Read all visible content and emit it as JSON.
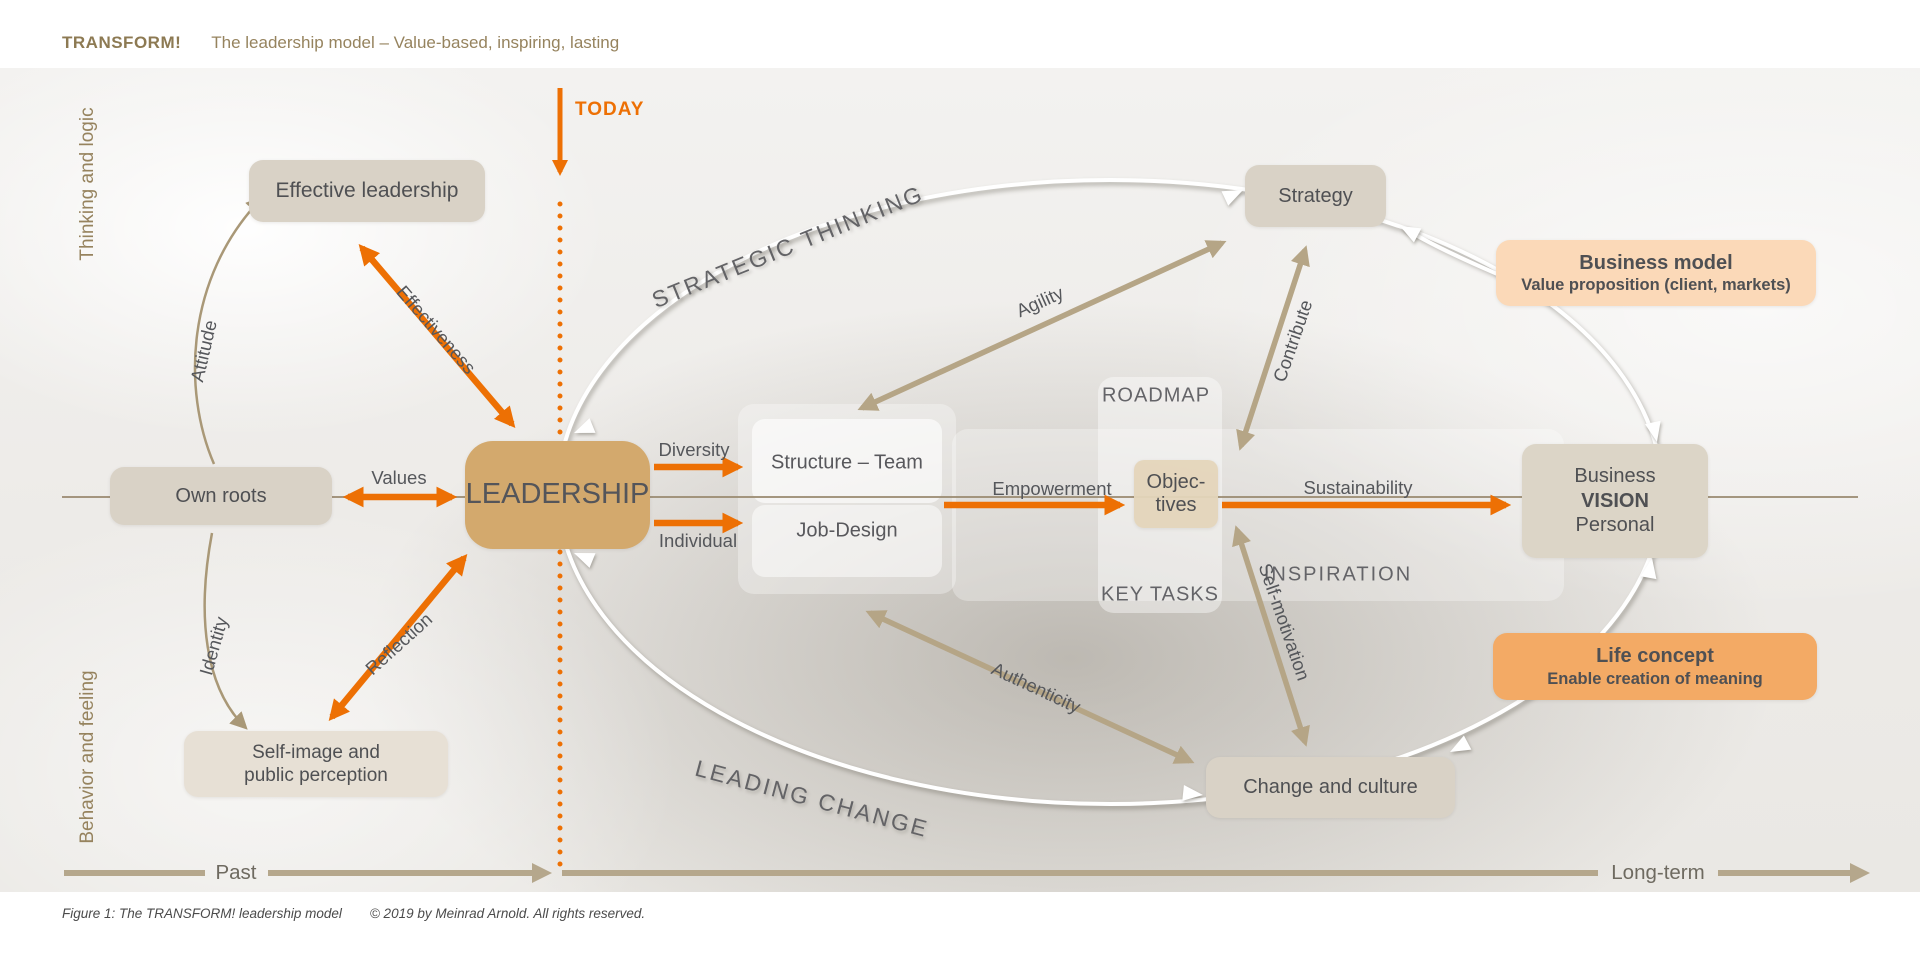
{
  "header": {
    "brand": "TRANSFORM!",
    "subtitle": "The leadership model – Value-based, inspiring, lasting"
  },
  "axes": {
    "y_top": "Thinking and logic",
    "y_bottom": "Behavior and feeling",
    "x_left": "Past",
    "x_right": "Long-term",
    "today": "TODAY"
  },
  "boxes": {
    "effective_leadership": "Effective leadership",
    "own_roots": "Own roots",
    "self_image_line1": "Self-image and",
    "self_image_line2": "public perception",
    "leadership": "LEADERSHIP",
    "structure_team": "Structure – Team",
    "job_design": "Job-Design",
    "objectives_line1": "Objec-",
    "objectives_line2": "tives",
    "strategy": "Strategy",
    "change_culture": "Change and culture",
    "vision": {
      "line1": "Business",
      "line2": "VISION",
      "line3": "Personal"
    },
    "business_model": {
      "title": "Business model",
      "subtitle": "Value proposition (client, markets)"
    },
    "life_concept": {
      "title": "Life concept",
      "subtitle": "Enable creation of meaning"
    }
  },
  "arrow_labels": {
    "attitude": "Attitude",
    "effectiveness": "Effectiveness",
    "values": "Values",
    "identity": "Identity",
    "reflection": "Reflection",
    "diversity": "Diversity",
    "individual": "Individual",
    "empowerment": "Empowerment",
    "sustainability": "Sustainability",
    "agility": "Agility",
    "contribute": "Contribute",
    "self_motivation": "Self-motivation",
    "authenticity": "Authenticity"
  },
  "zones": {
    "strategic_thinking": "STRATEGIC THINKING",
    "leading_change": "LEADING CHANGE",
    "roadmap": "ROADMAP",
    "key_tasks": "KEY TASKS",
    "inspiration": "INSPIRATION"
  },
  "caption": {
    "figure": "Figure 1: The TRANSFORM! leadership model",
    "copyright": "© 2019 by Meinrad Arnold. All rights reserved."
  },
  "colors": {
    "accent_orange": "#ed7004",
    "tan_arrow": "#b5a586",
    "thin_arrow": "#a99877",
    "box_beige": "#d9d2c6",
    "leadership_gold": "#d3a96d",
    "business_model_peach": "#fbd9b8",
    "life_concept_orange": "#f3aa65",
    "title_brown": "#96835e"
  }
}
